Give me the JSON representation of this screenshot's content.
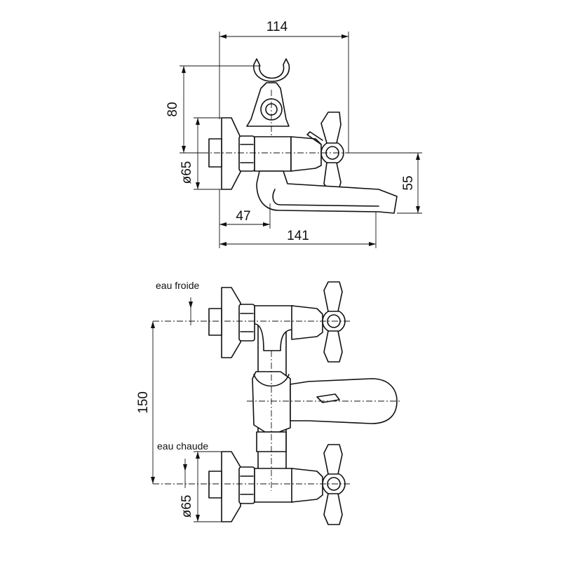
{
  "dimensions": {
    "top_width": "114",
    "clip_height": "80",
    "diameter_top": "ø65",
    "outlet_drop": "55",
    "inlet_offset": "47",
    "total_depth": "141",
    "center_distance": "150",
    "diameter_bottom": "ø65"
  },
  "labels": {
    "cold_water": "eau froide",
    "hot_water": "eau chaude"
  }
}
